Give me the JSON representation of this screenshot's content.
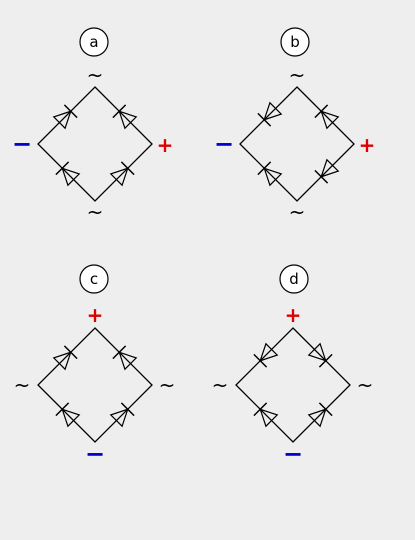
{
  "colors": {
    "background": "#eeeeee",
    "wire": "#000000",
    "positive": "#dd0000",
    "negative": "#0000cc"
  },
  "symbols": {
    "ac": "~",
    "positive": "+",
    "negative": "−"
  },
  "panels": [
    {
      "label": "a",
      "layout": "horizontal",
      "diodes": "correct-bridge"
    },
    {
      "label": "b",
      "layout": "horizontal",
      "diodes": "alternating"
    },
    {
      "label": "c",
      "layout": "vertical",
      "diodes": "correct-bridge"
    },
    {
      "label": "d",
      "layout": "vertical",
      "diodes": "all-toward-left-right"
    }
  ]
}
